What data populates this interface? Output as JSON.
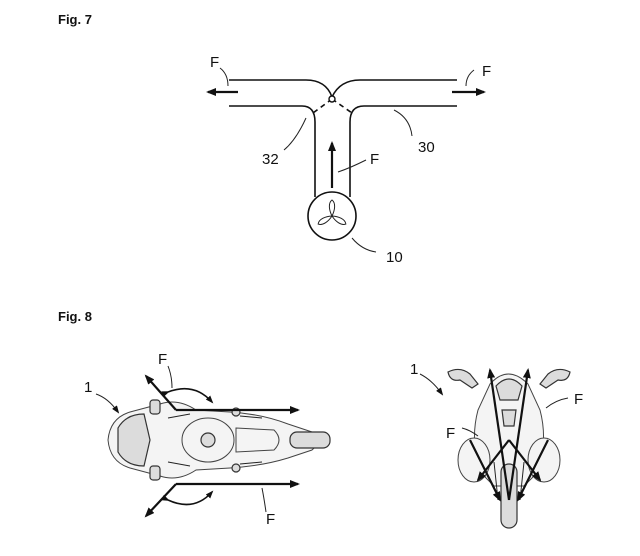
{
  "figures": [
    {
      "label": "Fig. 7",
      "ref_labels": {
        "force_left": "F",
        "force_right": "F",
        "force_center": "F",
        "junction": "32",
        "duct": "30",
        "fan": "10"
      }
    },
    {
      "label": "Fig. 8",
      "ref_labels": {
        "side_vehicle": "1",
        "side_force_top": "F",
        "side_force_bottom": "F",
        "front_vehicle": "1",
        "front_force_right": "F",
        "front_force_left": "F"
      }
    }
  ]
}
